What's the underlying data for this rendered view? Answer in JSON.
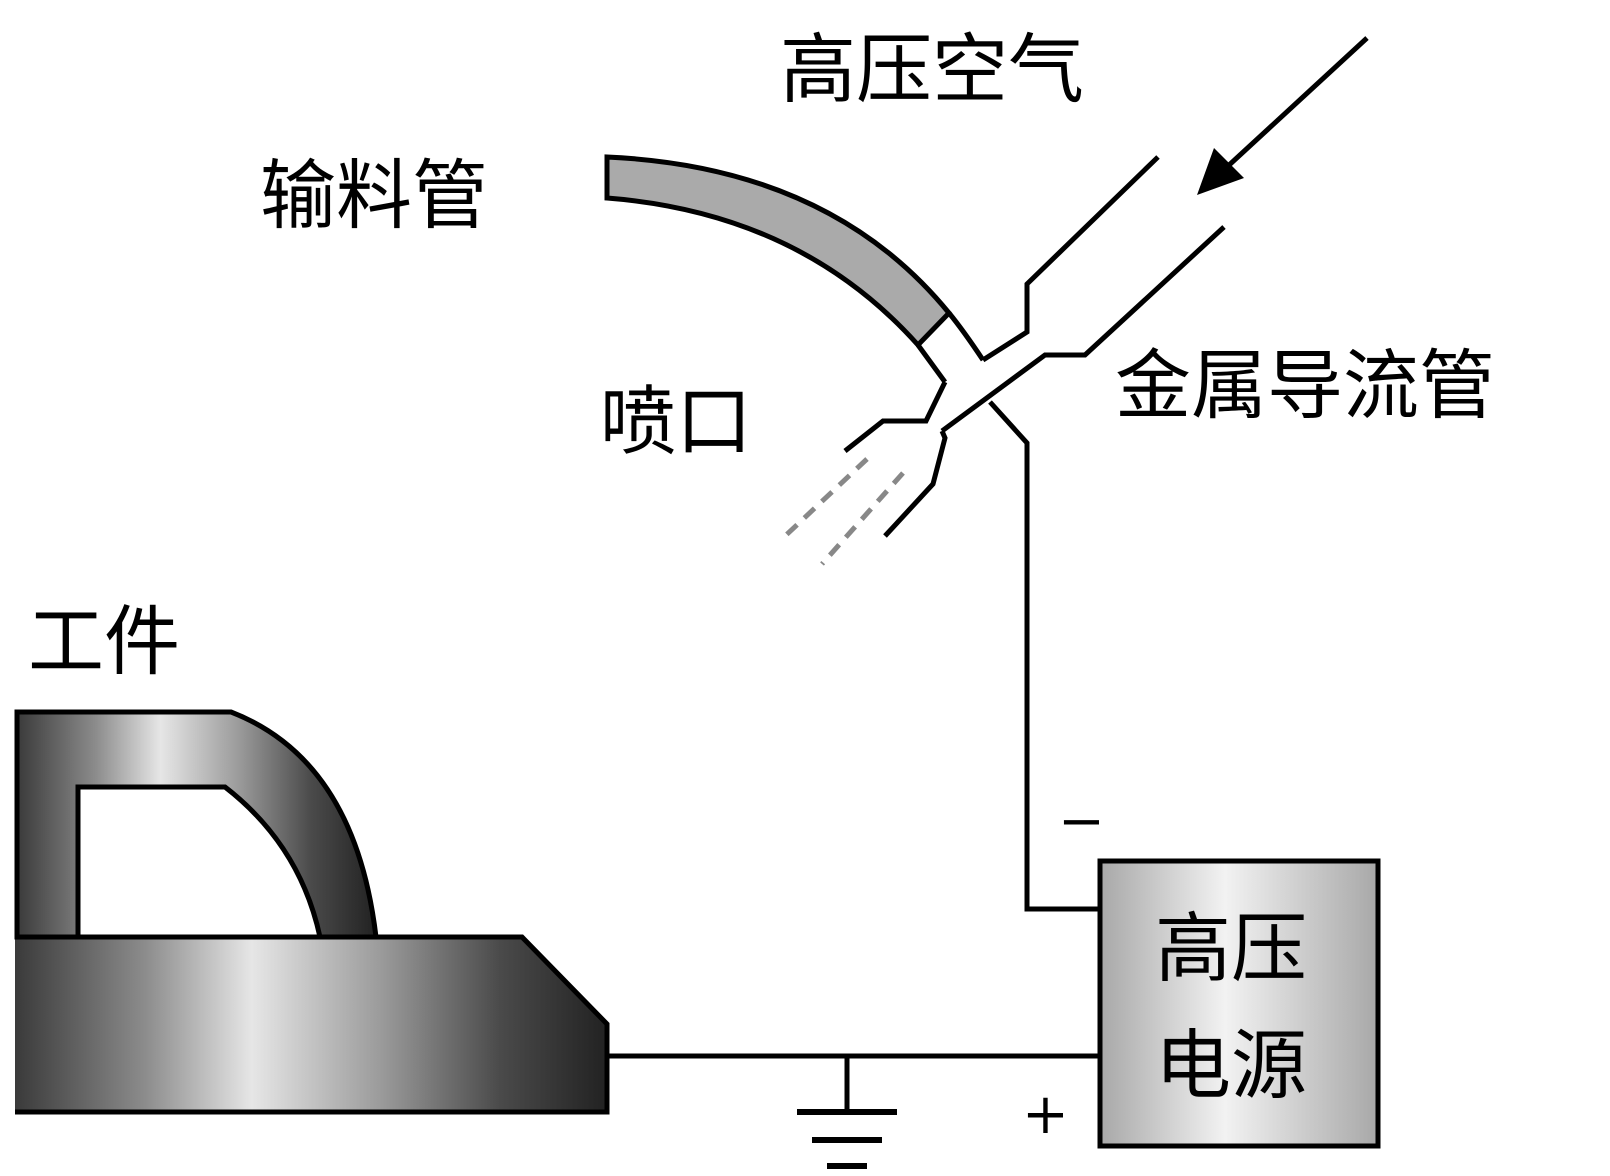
{
  "labels": {
    "high_pressure_air": "高压空气",
    "feed_pipe": "输料管",
    "nozzle": "喷口",
    "metal_guide_pipe": "金属导流管",
    "workpiece": "工件",
    "power_supply_line1": "高压",
    "power_supply_line2": "电源",
    "minus_sign": "−",
    "plus_sign": "+"
  },
  "colors": {
    "line": "#000000",
    "feed_pipe_fill": "#aaaaaa",
    "spray": "#888888",
    "metal_dark": "#3a3a3a",
    "metal_light": "#e6e6e6",
    "power_box_light": "#f2f2f2",
    "power_box_dark": "#a8a8a8"
  }
}
